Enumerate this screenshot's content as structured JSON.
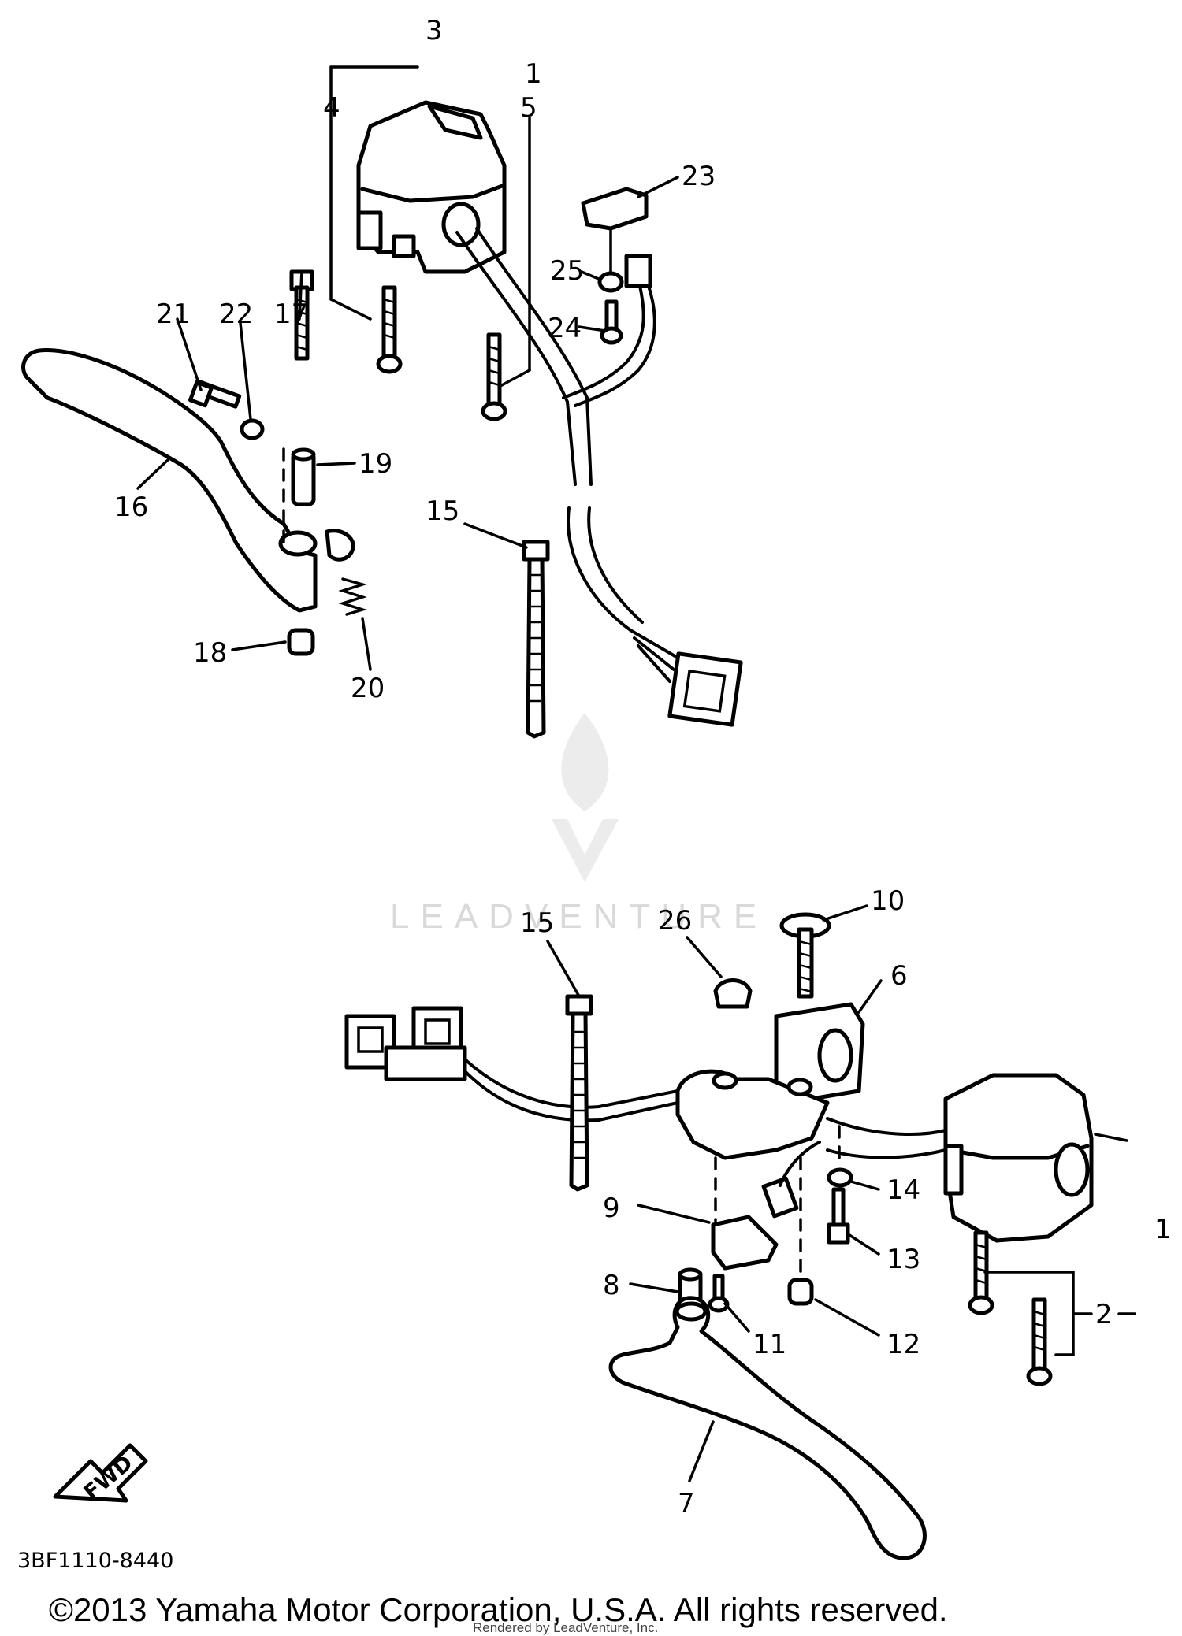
{
  "diagram": {
    "callouts": {
      "c1_top": "1",
      "c1_right": "1",
      "c2": "2",
      "c3": "3",
      "c4": "4",
      "c5": "5",
      "c6": "6",
      "c7": "7",
      "c8": "8",
      "c9": "9",
      "c10": "10",
      "c11": "11",
      "c12": "12",
      "c13": "13",
      "c14": "14",
      "c15_top": "15",
      "c15_bottom": "15",
      "c16": "16",
      "c17": "17",
      "c18": "18",
      "c19": "19",
      "c20": "20",
      "c21": "21",
      "c22": "22",
      "c23": "23",
      "c24": "24",
      "c25": "25",
      "c26": "26"
    },
    "fwd_badge": "FWD",
    "diagram_code": "3BF1110-8440",
    "copyright": "©2013 Yamaha Motor Corporation, U.S.A. All rights reserved.",
    "render_note": "Rendered by LeadVenture, Inc.",
    "watermark": "LEADVENTURE"
  }
}
